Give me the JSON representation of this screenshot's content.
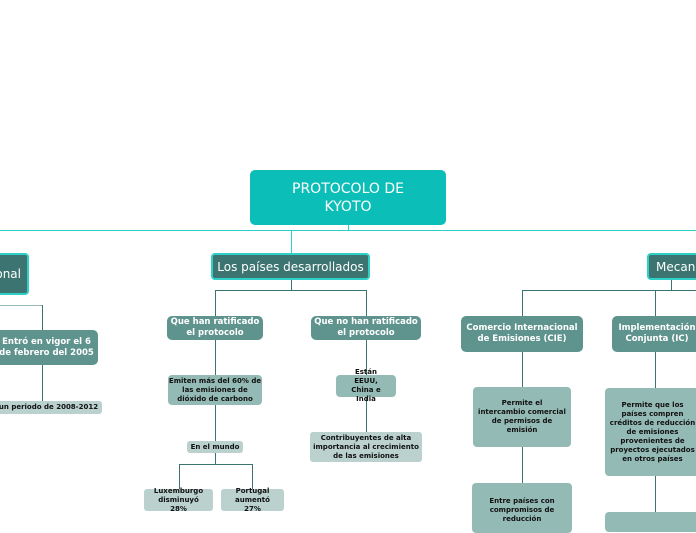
{
  "root": "PROTOCOLO DE KYOTO",
  "left": {
    "title": "onal",
    "child": "Entró en vigor el 6 de febrero del 2005",
    "grandchild": "un periodo de 2008-2012"
  },
  "developed": {
    "title": "Los países desarrollados",
    "ratified": {
      "title": "Que han ratificado el protocolo",
      "emit": "Emiten más del 60% de las emisiones de dióxido de carbono",
      "world": "En el mundo",
      "lux": "Luxemburgo disminuyó 28%",
      "por": "Portugal aumentó 27%"
    },
    "not_ratified": {
      "title": "Que no han ratificado el protocolo",
      "who": "Están EEUU, China e India",
      "contrib": "Contribuyentes de alta importancia al crecimiento de las emisiones"
    }
  },
  "mechanisms": {
    "title": "Mecani",
    "cie": {
      "title": "Comercio Internacional de Emisiones (CIE)",
      "desc": "Permite el intercambio comercial de permisos de emisión",
      "between": "Entre países con compromisos de reducción"
    },
    "ic": {
      "title": "Implementación Conjunta (IC)",
      "desc": "Permite que los países compren créditos de reducción de emisiones provenientes de proyectos ejecutados en otros países"
    }
  }
}
